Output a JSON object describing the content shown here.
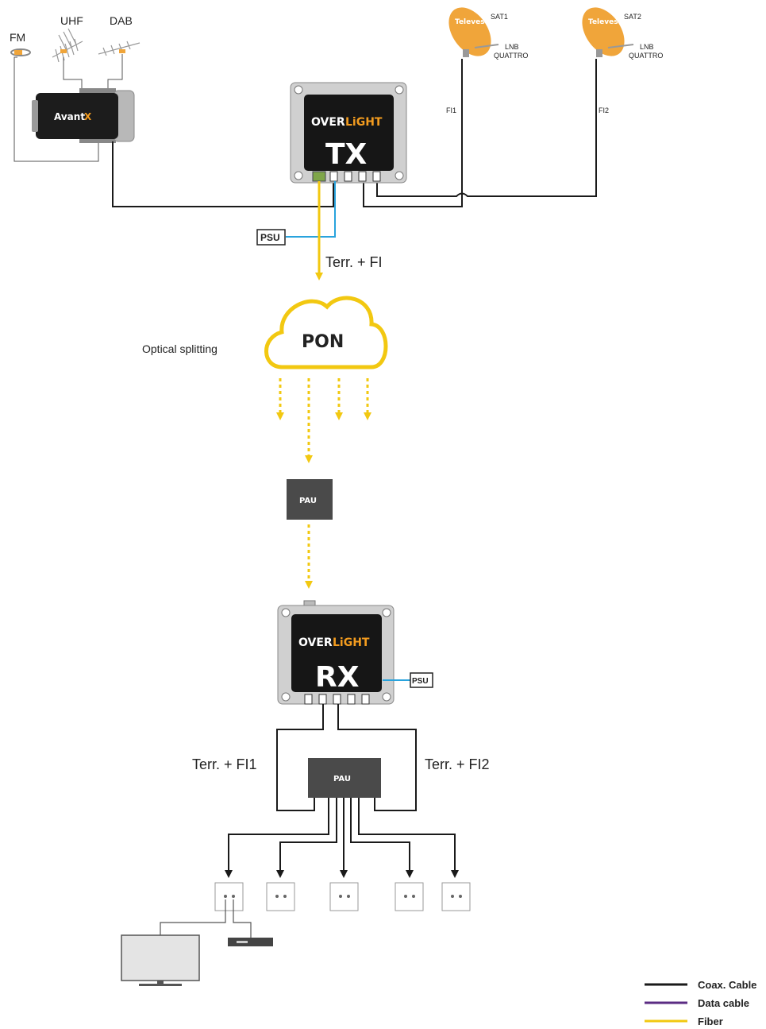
{
  "antennas": {
    "fm": "FM",
    "uhf": "UHF",
    "dab": "DAB"
  },
  "headend": {
    "brand": "Avant",
    "brand_mark": "X"
  },
  "dishes": {
    "dish1": {
      "brand": "Televes",
      "name": "SAT1",
      "lnb_line1": "LNB",
      "lnb_line2": "QUATTRO",
      "if_label": "FI1"
    },
    "dish2": {
      "brand": "Televes",
      "name": "SAT2",
      "lnb_line1": "LNB",
      "lnb_line2": "QUATTRO",
      "if_label": "FI2"
    }
  },
  "tx": {
    "brand_over": "OVER",
    "brand_light": "LiGHT",
    "model": "TX",
    "psu": "PSU",
    "output_label": "Terr. + FI"
  },
  "pon": {
    "label": "PON",
    "splitting_label": "Optical splitting"
  },
  "pau_top": {
    "label": "PAU"
  },
  "rx": {
    "brand_over": "OVER",
    "brand_light": "LiGHT",
    "model": "RX",
    "psu": "PSU",
    "left_label": "Terr. + FI1",
    "right_label": "Terr. + FI2"
  },
  "pau_bottom": {
    "label": "PAU"
  },
  "legend": [
    {
      "label": "Coax. Cable",
      "color": "#1a1a1a"
    },
    {
      "label": "Data cable",
      "color": "#5b2c83"
    },
    {
      "label": "Fiber",
      "color": "#f2c811"
    }
  ],
  "colors": {
    "fiber": "#f2c811",
    "coax": "#1a1a1a",
    "data": "#5b2c83",
    "power": "#29a3dd",
    "dish": "#f0a53a",
    "brand_orange": "#f39c1f"
  }
}
